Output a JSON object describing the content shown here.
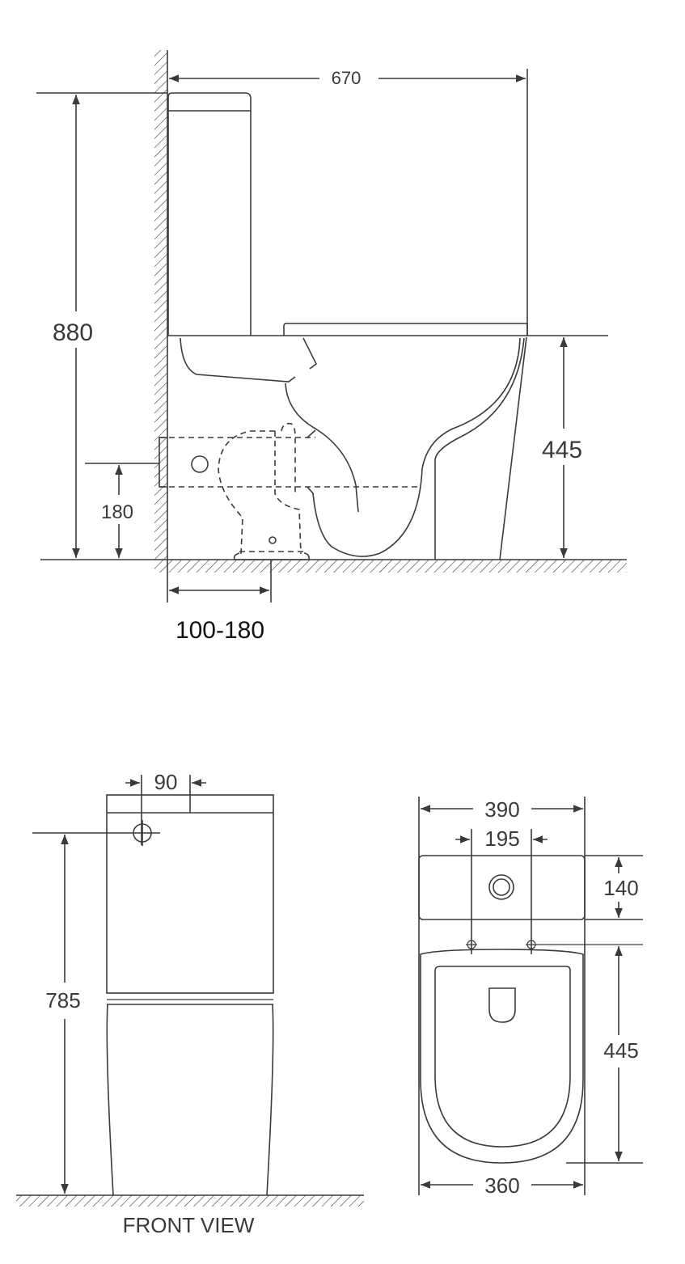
{
  "side_view": {
    "width_label": "670",
    "height_label": "880",
    "seat_height_label": "445",
    "inlet_height_label": "180",
    "setout_label": "100-180"
  },
  "front_view": {
    "title": "FRONT VIEW",
    "inlet_offset_label": "90",
    "inlet_height_label": "785"
  },
  "top_view": {
    "tank_width_label": "390",
    "hole_spacing_label": "195",
    "tank_depth_label": "140",
    "bowl_depth_label": "445",
    "bowl_width_label": "360"
  }
}
